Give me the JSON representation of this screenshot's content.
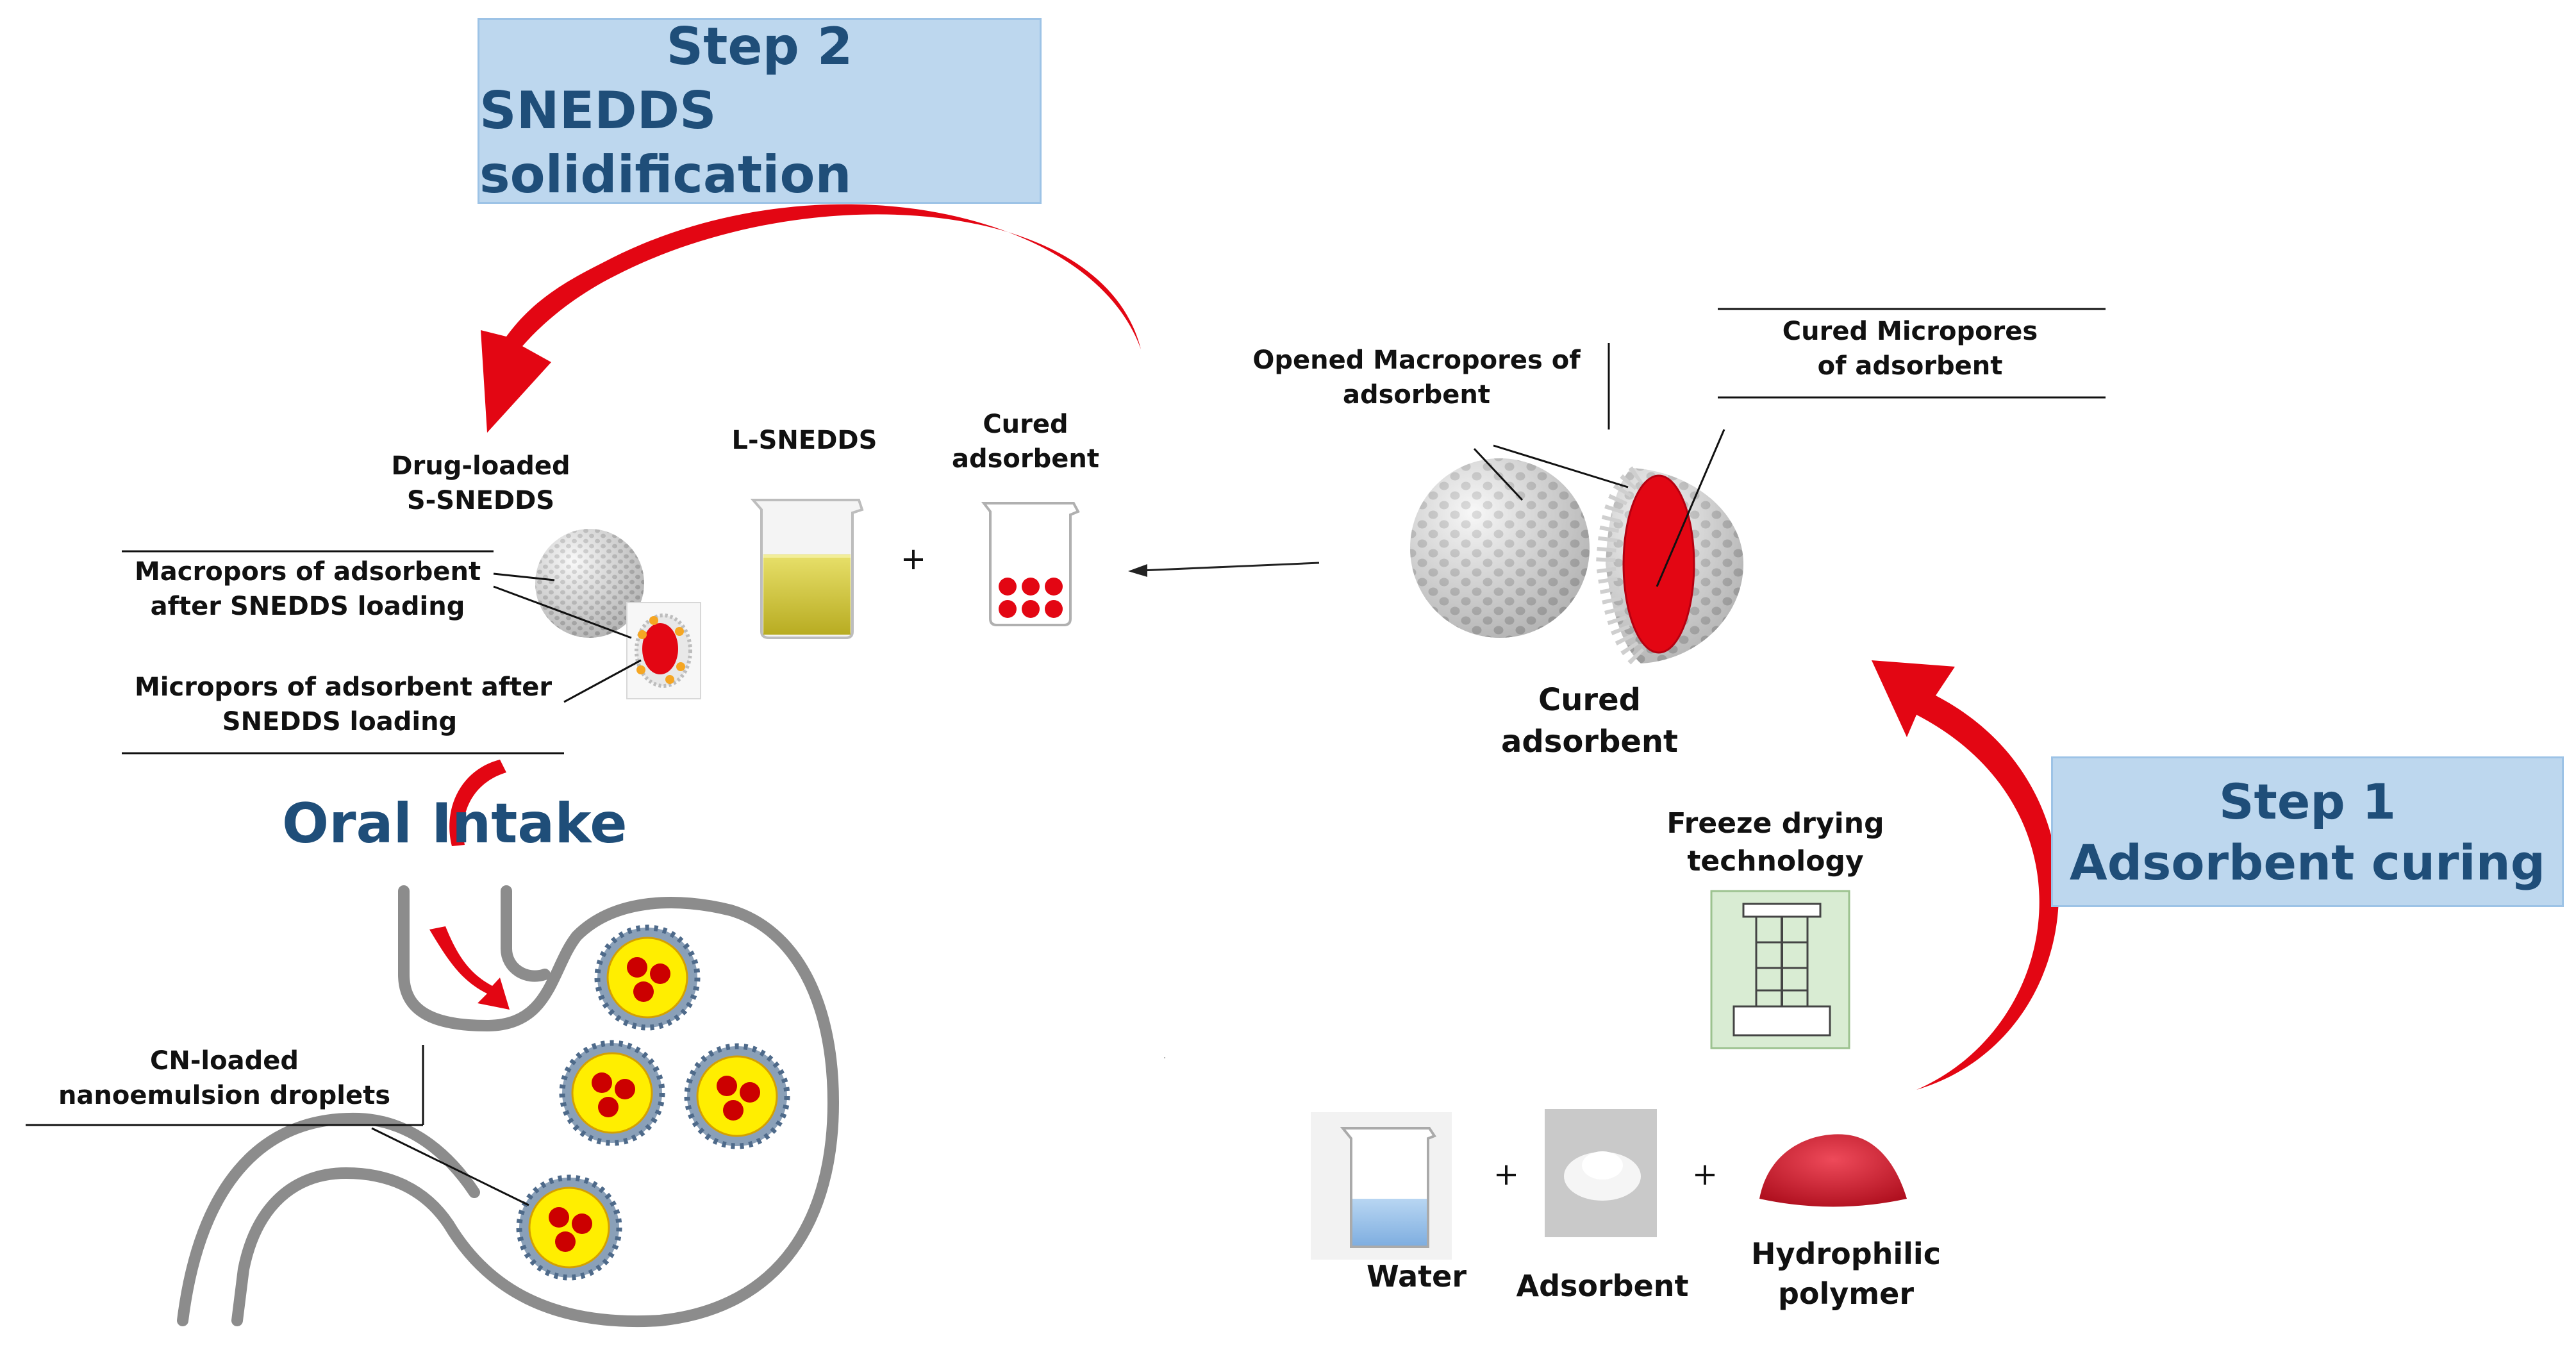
{
  "step2": {
    "line1": "Step 2",
    "line2": "SNEDDS solidification"
  },
  "step1": {
    "line1": "Step 1",
    "line2": "Adsorbent curing"
  },
  "labels": {
    "drug_loaded": [
      "Drug-loaded",
      "S-SNEDDS"
    ],
    "l_snedds": "L-SNEDDS",
    "cured_adsorbent_small": [
      "Cured",
      "adsorbent"
    ],
    "macropores_after": [
      "Macropors of adsorbent",
      "after SNEDDS loading"
    ],
    "micropores_after": [
      "Micropors of adsorbent after",
      "SNEDDS loading"
    ],
    "opened_macropores": [
      "Opened Macropores of",
      "adsorbent"
    ],
    "cured_micropores": [
      "Cured Micropores",
      "of adsorbent"
    ],
    "cured_adsorbent_big": [
      "Cured",
      "adsorbent"
    ],
    "oral_intake": "Oral Intake",
    "cn_loaded": [
      "CN-loaded",
      "nanoemulsion droplets"
    ],
    "freeze_drying": [
      "Freeze drying",
      "technology"
    ],
    "water": "Water",
    "adsorbent": "Adsorbent",
    "hydrophilic_polymer": [
      "Hydrophilic",
      "polymer"
    ],
    "plus": "+"
  },
  "icons": [
    "curved-arrow-icon",
    "beaker-icon",
    "porous-sphere-icon",
    "stomach-icon",
    "nanoemulsion-droplet-icon",
    "freeze-dryer-icon",
    "powder-icon"
  ],
  "colors": {
    "arrow_red": "#e30613",
    "step_box_fill": "#bdd7ee",
    "step_text": "#1f4e79",
    "droplet_core": "#ffee00",
    "droplet_dot": "#cc0000",
    "droplet_shell": "#8aa0b8"
  }
}
